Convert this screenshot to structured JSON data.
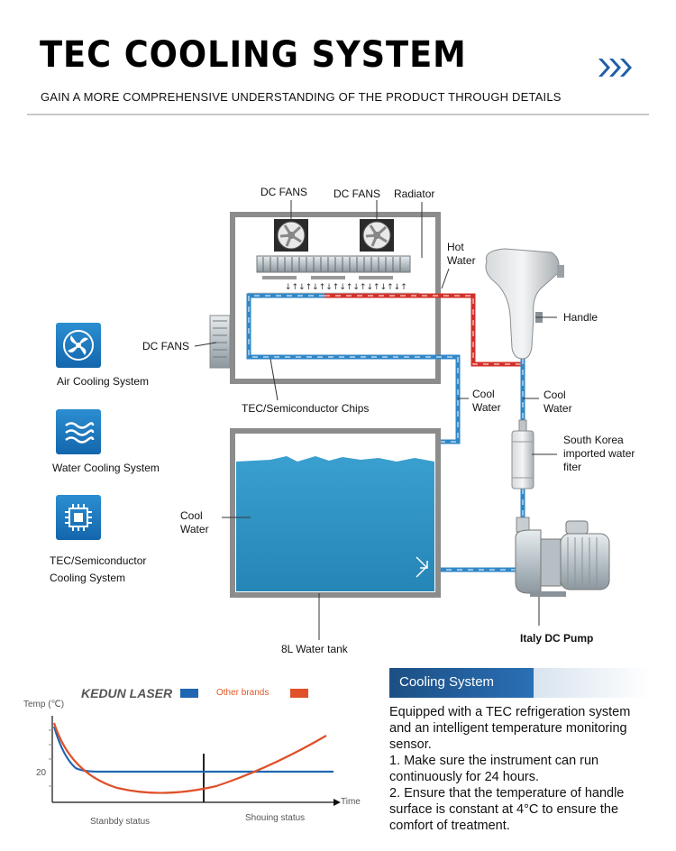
{
  "header": {
    "title": "TEC COOLING  SYSTEM",
    "subtitle": "GAIN A MORE COMPREHENSIVE UNDERSTANDING OF THE PRODUCT THROUGH DETAILS",
    "accent_color": "#1f5fa8"
  },
  "diagram": {
    "labels": {
      "dc_fans_1": "DC FANS",
      "dc_fans_2": "DC FANS",
      "radiator": "Radiator",
      "hot_water": [
        "Hot",
        "Water"
      ],
      "handle": "Handle",
      "dc_fans_side": "DC FANS",
      "tec_chips": "TEC/Semiconductor Chips",
      "cool_water_mid": [
        "Cool",
        "Water"
      ],
      "cool_water_right": [
        "Cool",
        "Water"
      ],
      "filter": [
        "South Korea",
        "imported water",
        "fiter"
      ],
      "cool_water_tank": [
        "Cool",
        "Water"
      ],
      "tank": "8L Water tank",
      "pump": "Italy DC Pump"
    },
    "colors": {
      "hot_pipe": "#d3302a",
      "cool_pipe": "#2f87c8",
      "tank_water": "#2c92c2"
    }
  },
  "legend": [
    {
      "label": [
        "Air Cooling System"
      ],
      "icon": "fan-icon"
    },
    {
      "label": [
        "Water Cooling System"
      ],
      "icon": "water-wave-icon"
    },
    {
      "label": [
        "TEC/Semiconductor",
        "Cooling System"
      ],
      "icon": "chip-icon"
    }
  ],
  "chart_data": {
    "type": "line",
    "title": "",
    "ylabel": "Temp (℃)",
    "xlabel": "Time",
    "y_tick": "20",
    "regions": [
      "Stanbdy status",
      "Shouing status"
    ],
    "series": [
      {
        "name": "KEDUN LASER",
        "color": "#1f66b3"
      },
      {
        "name": "Other brands",
        "color": "#e0502a"
      }
    ]
  },
  "panel": {
    "heading": "Cooling System",
    "lines": [
      "Equipped with a TEC refrigeration system",
      "and an intelligent temperature monitoring",
      "sensor.",
      "1. Make sure the instrument can run",
      "continuously for 24 hours.",
      "2. Ensure that the temperature of handle",
      "surface is constant at 4°C to ensure the",
      "comfort of treatment."
    ]
  }
}
